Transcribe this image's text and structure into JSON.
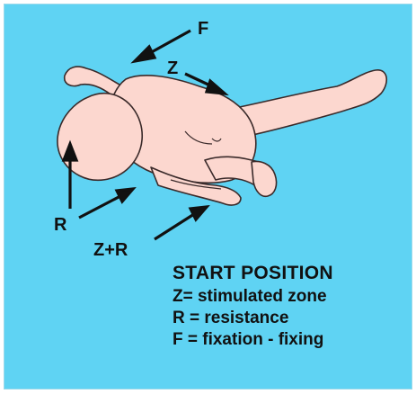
{
  "labels": {
    "f": "F",
    "z": "Z",
    "r": "R",
    "zr": "Z+R"
  },
  "legend": {
    "title": "START POSITION",
    "lines": [
      "Z= stimulated zone",
      "R = resistance",
      "F = fixation - fixing"
    ]
  },
  "colors": {
    "background": "#5fd3f3",
    "skin": "#fcd7cf",
    "outline": "#3a2a2a",
    "text": "#111111"
  }
}
